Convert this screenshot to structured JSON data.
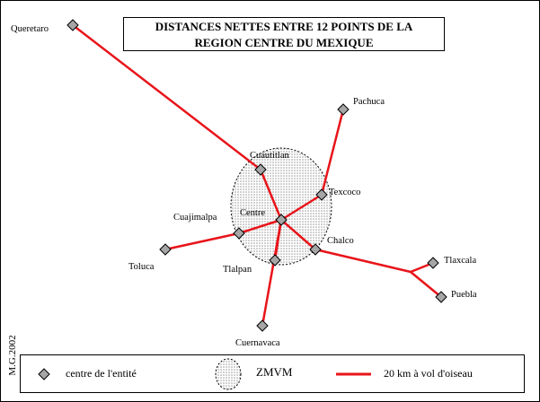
{
  "map": {
    "title_line1": "DISTANCES NETTES ENTRE 12 POINTS DE LA",
    "title_line2": "REGION CENTRE DU MEXIQUE",
    "credit": "M.G.2002",
    "colors": {
      "line": "#e8141a",
      "node_fill": "#a6a6a6",
      "zone_fill": "#d9d9d9",
      "frame": "#000000"
    },
    "places": [
      {
        "id": "queretaro",
        "name": "Queretaro"
      },
      {
        "id": "pachuca",
        "name": "Pachuca"
      },
      {
        "id": "cuautitlan",
        "name": "Cuautitlan"
      },
      {
        "id": "texcoco",
        "name": "Texcoco"
      },
      {
        "id": "centre",
        "name": "Centre"
      },
      {
        "id": "cuajimalpa",
        "name": "Cuajimalpa"
      },
      {
        "id": "chalco",
        "name": "Chalco"
      },
      {
        "id": "toluca",
        "name": "Toluca"
      },
      {
        "id": "tlalpan",
        "name": "Tlalpan"
      },
      {
        "id": "tlaxcala",
        "name": "Tlaxcala"
      },
      {
        "id": "puebla",
        "name": "Puebla"
      },
      {
        "id": "cuernavaca",
        "name": "Cuernavaca"
      }
    ],
    "links": [
      [
        "queretaro",
        "cuautitlan"
      ],
      [
        "cuautitlan",
        "centre"
      ],
      [
        "pachuca",
        "texcoco"
      ],
      [
        "texcoco",
        "centre"
      ],
      [
        "cuajimalpa",
        "centre"
      ],
      [
        "toluca",
        "cuajimalpa"
      ],
      [
        "tlalpan",
        "centre"
      ],
      [
        "cuernavaca",
        "centre"
      ],
      [
        "chalco",
        "centre"
      ],
      [
        "chalco",
        "junction"
      ],
      [
        "junction",
        "tlaxcala"
      ],
      [
        "junction",
        "puebla"
      ]
    ]
  },
  "legend": {
    "node_label": "centre de l'entité",
    "zone_label": "ZMVM",
    "line_label": "20 km à vol d'oiseau"
  }
}
